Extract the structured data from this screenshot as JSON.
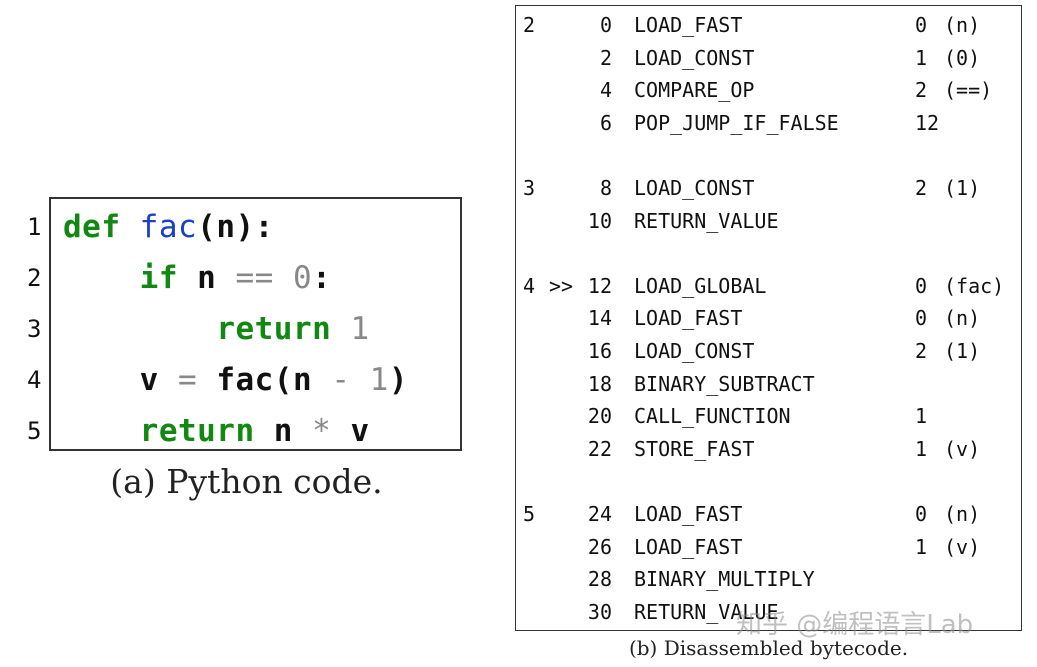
{
  "python_code": {
    "line_numbers": [
      "1",
      "2",
      "3",
      "4",
      "5"
    ],
    "lines": [
      [
        {
          "t": "def",
          "c": "kw"
        },
        {
          "t": " ",
          "c": "plain"
        },
        {
          "t": "fac",
          "c": "fn"
        },
        {
          "t": "(n):",
          "c": "id"
        }
      ],
      [
        {
          "t": "    ",
          "c": "plain"
        },
        {
          "t": "if",
          "c": "kw"
        },
        {
          "t": " n ",
          "c": "id"
        },
        {
          "t": "==",
          "c": "op"
        },
        {
          "t": " ",
          "c": "plain"
        },
        {
          "t": "0",
          "c": "num"
        },
        {
          "t": ":",
          "c": "id"
        }
      ],
      [
        {
          "t": "        ",
          "c": "plain"
        },
        {
          "t": "return",
          "c": "kw"
        },
        {
          "t": " ",
          "c": "plain"
        },
        {
          "t": "1",
          "c": "num"
        }
      ],
      [
        {
          "t": "    v ",
          "c": "id"
        },
        {
          "t": "=",
          "c": "op"
        },
        {
          "t": " fac(n ",
          "c": "id"
        },
        {
          "t": "-",
          "c": "op"
        },
        {
          "t": " ",
          "c": "plain"
        },
        {
          "t": "1",
          "c": "num"
        },
        {
          "t": ")",
          "c": "id"
        }
      ],
      [
        {
          "t": "    ",
          "c": "plain"
        },
        {
          "t": "return",
          "c": "kw"
        },
        {
          "t": " n ",
          "c": "id"
        },
        {
          "t": "*",
          "c": "op"
        },
        {
          "t": " v",
          "c": "id"
        }
      ]
    ],
    "caption": "(a) Python code."
  },
  "bytecode": {
    "rows": [
      {
        "src": "2",
        "jump": "",
        "offset": "0",
        "op": "LOAD_FAST",
        "arg": "0",
        "argval": "(n)"
      },
      {
        "src": "",
        "jump": "",
        "offset": "2",
        "op": "LOAD_CONST",
        "arg": "1",
        "argval": "(0)"
      },
      {
        "src": "",
        "jump": "",
        "offset": "4",
        "op": "COMPARE_OP",
        "arg": "2",
        "argval": "(==)"
      },
      {
        "src": "",
        "jump": "",
        "offset": "6",
        "op": "POP_JUMP_IF_FALSE",
        "arg": "12",
        "argval": ""
      },
      {
        "blank": true
      },
      {
        "src": "3",
        "jump": "",
        "offset": "8",
        "op": "LOAD_CONST",
        "arg": "2",
        "argval": "(1)"
      },
      {
        "src": "",
        "jump": "",
        "offset": "10",
        "op": "RETURN_VALUE",
        "arg": "",
        "argval": ""
      },
      {
        "blank": true
      },
      {
        "src": "4",
        "jump": ">>",
        "offset": "12",
        "op": "LOAD_GLOBAL",
        "arg": "0",
        "argval": "(fac)"
      },
      {
        "src": "",
        "jump": "",
        "offset": "14",
        "op": "LOAD_FAST",
        "arg": "0",
        "argval": "(n)"
      },
      {
        "src": "",
        "jump": "",
        "offset": "16",
        "op": "LOAD_CONST",
        "arg": "2",
        "argval": "(1)"
      },
      {
        "src": "",
        "jump": "",
        "offset": "18",
        "op": "BINARY_SUBTRACT",
        "arg": "",
        "argval": ""
      },
      {
        "src": "",
        "jump": "",
        "offset": "20",
        "op": "CALL_FUNCTION",
        "arg": "1",
        "argval": ""
      },
      {
        "src": "",
        "jump": "",
        "offset": "22",
        "op": "STORE_FAST",
        "arg": "1",
        "argval": "(v)"
      },
      {
        "blank": true
      },
      {
        "src": "5",
        "jump": "",
        "offset": "24",
        "op": "LOAD_FAST",
        "arg": "0",
        "argval": "(n)"
      },
      {
        "src": "",
        "jump": "",
        "offset": "26",
        "op": "LOAD_FAST",
        "arg": "1",
        "argval": "(v)"
      },
      {
        "src": "",
        "jump": "",
        "offset": "28",
        "op": "BINARY_MULTIPLY",
        "arg": "",
        "argval": ""
      },
      {
        "src": "",
        "jump": "",
        "offset": "30",
        "op": "RETURN_VALUE",
        "arg": "",
        "argval": ""
      }
    ],
    "caption": "(b) Disassembled bytecode."
  },
  "watermark": "知乎 @编程语言Lab",
  "colors": {
    "keyword": "#118811",
    "function_name": "#1a3fc9",
    "literal": "#888888",
    "identifier": "#111111"
  }
}
